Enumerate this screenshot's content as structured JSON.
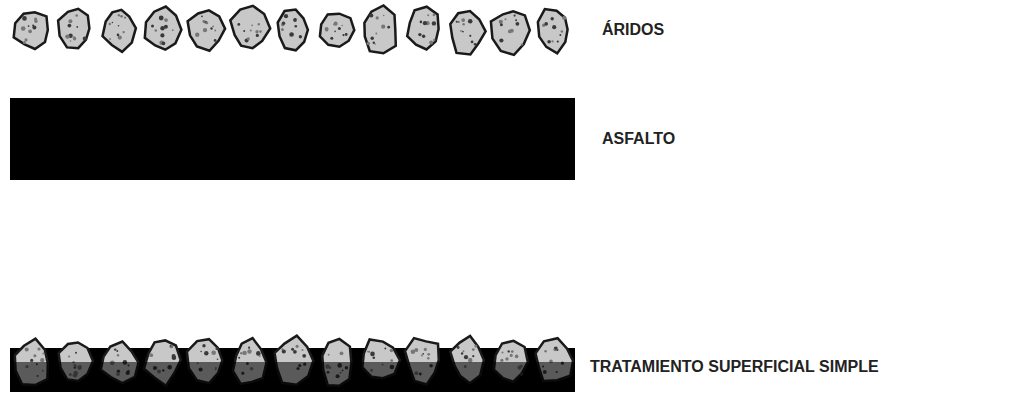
{
  "diagram": {
    "labels": [
      "ÁRIDOS",
      "ASFALTO",
      "TRATAMIENTO SUPERFICIAL SIMPLE"
    ]
  }
}
